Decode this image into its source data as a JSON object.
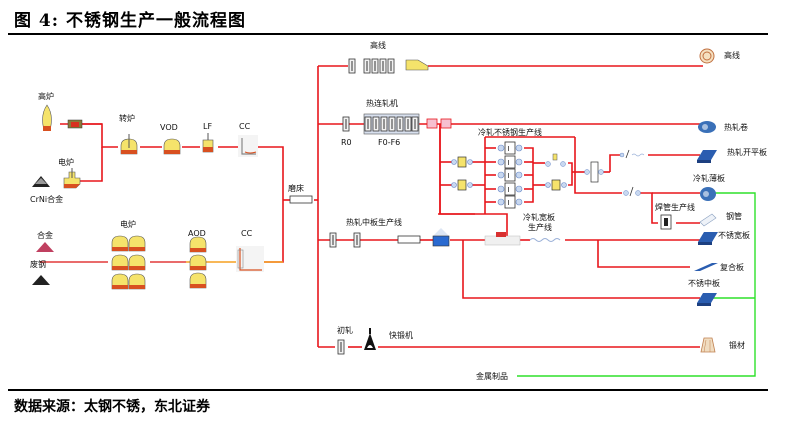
{
  "title": "图 4:  不锈钢生产一般流程图",
  "source": "数据来源：太钢不锈，东北证券",
  "colors": {
    "flow": "#e8161c",
    "product_link": "#2ee02a",
    "scrap_line": "#e23a3a",
    "aod_line": "#f5a020",
    "furnace_fill": "#f5e36b",
    "furnace_melt": "#d85020",
    "product_blue": "#2a5db0"
  },
  "labels": {
    "blast_furnace": "高炉",
    "electric_furnace_top": "电炉",
    "crni_alloy": "CrNi合金",
    "converter": "转炉",
    "vod": "VOD",
    "lf": "LF",
    "cc_top": "CC",
    "alloy": "合金",
    "scrap": "废钢",
    "electric_furnace_bottom": "电炉",
    "aod": "AOD",
    "cc_bottom": "CC",
    "grinder": "磨床",
    "wire_rod_mill": "高线",
    "hot_strip_mill": "热连轧机",
    "r0": "R0",
    "f0_f6": "F0-F6",
    "cold_rolled_line": "冷轧不锈钢生产线",
    "cold_wide_line_1": "冷轧宽板",
    "cold_wide_line_2": "生产线",
    "hot_plate_line": "热轧中板生产线",
    "pipe_line": "焊管生产线",
    "blooming": "初轧",
    "forging_press": "快锻机",
    "metal_products": "金属制品"
  },
  "products": [
    {
      "name": "高线",
      "icon": "wire-coil-icon"
    },
    {
      "name": "热轧卷",
      "icon": "hot-coil-icon"
    },
    {
      "name": "热轧开平板",
      "icon": "hot-sheet-icon"
    },
    {
      "name": "冷轧薄板",
      "icon": "cold-coil-icon"
    },
    {
      "name": "钢管",
      "icon": "pipe-icon"
    },
    {
      "name": "不锈宽板",
      "icon": "wide-plate-icon"
    },
    {
      "name": "复合板",
      "icon": "clad-plate-icon"
    },
    {
      "name": "不锈中板",
      "icon": "medium-plate-icon"
    },
    {
      "name": "锻材",
      "icon": "forging-icon"
    }
  ]
}
